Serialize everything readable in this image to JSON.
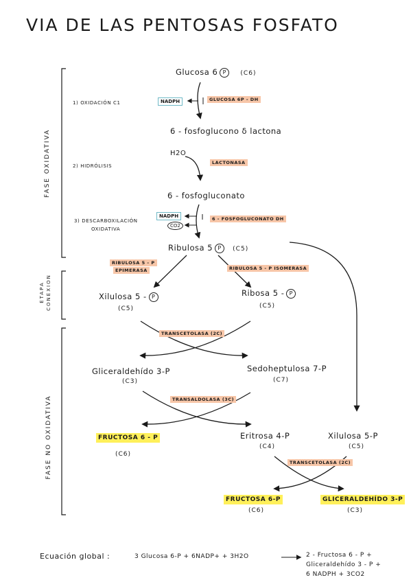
{
  "title": "VIA DE LAS PENTOSAS FOSFATO",
  "phases": {
    "oxidative": "FASE OXIDATIVA",
    "connection_1": "ETAPA",
    "connection_2": "CONEXION",
    "non_oxidative": "FASE NO OXIDATIVA"
  },
  "steps": {
    "s1": "1) OXIDACIÓN C1",
    "s2": "2) HIDRÓLISIS",
    "s3a": "3) DESCARBOXILACIÓN",
    "s3b": "OXIDATIVA"
  },
  "metabolites": {
    "glucose6p": "Glucosa 6",
    "glucose6p_c": "(C6)",
    "lactone": "6 - fosfoglucono δ lactona",
    "h2o": "H2O",
    "gluconate": "6 - fosfogluconato",
    "ribulose5p": "Ribulosa 5",
    "ribulose5p_c": "(C5)",
    "xylulose5p": "Xilulosa 5 -",
    "xylulose5p_c": "(C5)",
    "ribose5p": "Ribosa 5 -",
    "ribose5p_c": "(C5)",
    "g3p": "Gliceraldehído 3-P",
    "g3p_c": "(C3)",
    "s7p": "Sedoheptulosa 7-P",
    "s7p_c": "(C7)",
    "f6p_1": "FRUCTOSA 6 - P",
    "f6p_1_c": "(C6)",
    "e4p": "Eritrosa 4-P",
    "e4p_c": "(C4)",
    "xylulose5p_2": "Xilulosa 5-P",
    "xylulose5p_2_c": "(C5)",
    "f6p_2": "FRUCTOSA 6-P",
    "f6p_2_c": "(C6)",
    "g3p_2": "GLICERALDEHÍDO 3-P",
    "g3p_2_c": "(C3)",
    "p_symbol": "P"
  },
  "enzymes": {
    "g6pdh": "GLUCOSA 6P - DH",
    "lactonase": "LACTONASA",
    "pgdh": "6 - FOSFOGLUCONATO DH",
    "epimerase_1": "RIBULOSA 5 - P",
    "epimerase_2": "EPIMERASA",
    "isomerase": "RIBULOSA 5 - P ISOMERASA",
    "transketolase_1": "TRANSCETOLASA (2C)",
    "transaldolase": "TRANSALDOLASA (3C)",
    "transketolase_2": "TRANSCETOLASA (2C)"
  },
  "cofactors": {
    "nadph_1": "NADPH",
    "nadph_2": "NADPH",
    "co2": "CO2"
  },
  "equation": {
    "label": "Ecuación global :",
    "lhs": "3 Glucosa 6-P + 6NADP+ + 3H2O",
    "rhs_1": "2 - Fructosa 6 - P +",
    "rhs_2": "Gliceraldehído 3 - P +",
    "rhs_3": "6 NADPH + 3CO2"
  },
  "colors": {
    "nadph_box": "#6fb9c6",
    "enzyme_highlight": "#f7c6a8",
    "product_highlight": "#fff05a"
  }
}
